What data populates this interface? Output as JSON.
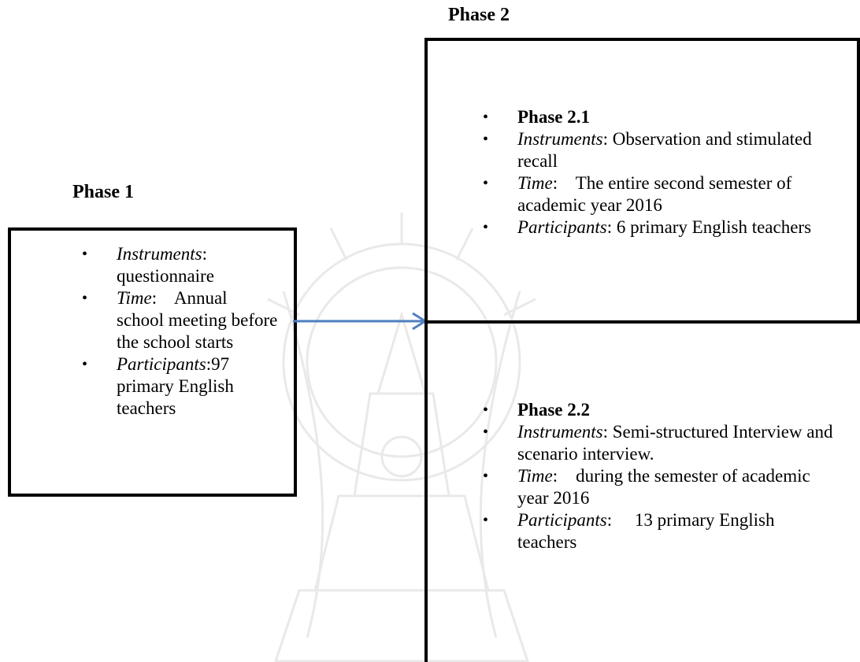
{
  "phase1": {
    "heading": "Phase 1",
    "items": [
      {
        "label": "Instruments",
        "sep": ":",
        "text": " questionnaire"
      },
      {
        "label": "Time",
        "sep": ":",
        "text": "    Annual school meeting before the school starts"
      },
      {
        "label": "Participants",
        "sep": ":",
        "text": "97 primary English teachers"
      }
    ]
  },
  "phase2": {
    "heading": "Phase 2",
    "sub1": {
      "title": "Phase 2.1",
      "items": [
        {
          "label": "Instruments",
          "sep": ":",
          "text": " Observation and stimulated recall"
        },
        {
          "label": "Time",
          "sep": ":",
          "text": "    The entire second semester of academic year 2016"
        },
        {
          "label": "Participants",
          "sep": ":",
          "text": " 6 primary English teachers"
        }
      ]
    },
    "sub2": {
      "title": "Phase 2.2",
      "items": [
        {
          "label": "Instruments",
          "sep": ":",
          "text": " Semi-structured Interview and scenario interview."
        },
        {
          "label": "Time",
          "sep": ":",
          "text": "    during the semester of academic year 2016"
        },
        {
          "label": "Participants",
          "sep": ":",
          "text": "     13 primary English teachers"
        }
      ]
    }
  },
  "colors": {
    "arrow": "#4f7fc0",
    "border": "#000000"
  },
  "icons": {
    "arrow": "right-arrow-icon",
    "bullet": "bullet-icon",
    "watermark": "university-emblem-watermark"
  }
}
